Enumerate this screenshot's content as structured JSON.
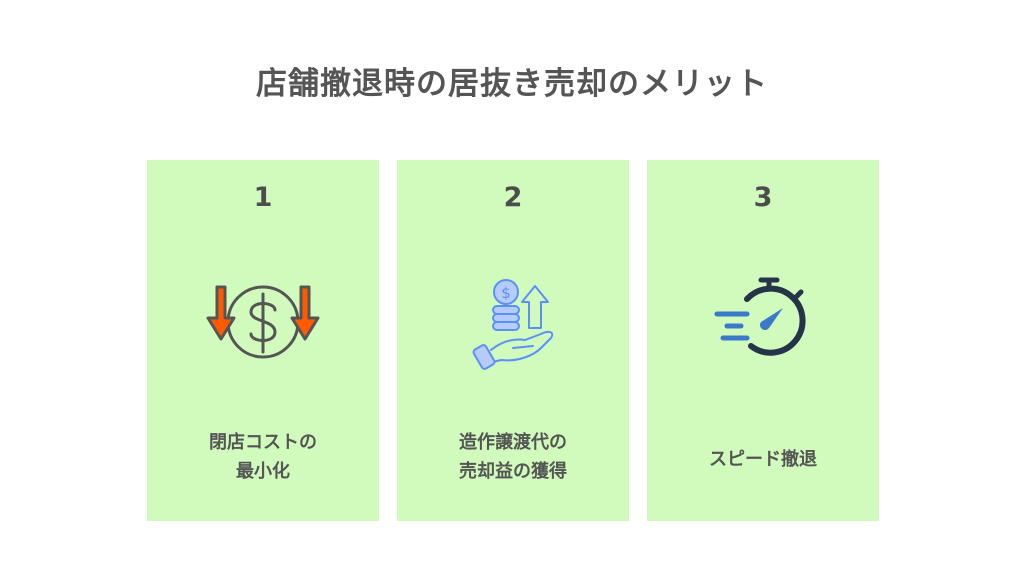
{
  "title": "店舗撤退時の居抜き売却のメリット",
  "colors": {
    "card_bg": "#d0fbbc",
    "text": "#555555",
    "arrow_orange": "#ff5a00",
    "icon_gray": "#555555",
    "icon_blue": "#5b8ff9",
    "icon_blue_fill": "#b6ccff",
    "stopwatch_dark": "#253449",
    "stopwatch_blue": "#3a78c9"
  },
  "cards": [
    {
      "number": "1",
      "icon": "dollar-cost-down-icon",
      "label_lines": [
        "閉店コストの",
        "最小化"
      ]
    },
    {
      "number": "2",
      "icon": "hand-coins-growth-icon",
      "label_lines": [
        "造作譲渡代の",
        "売却益の獲得"
      ]
    },
    {
      "number": "3",
      "icon": "fast-stopwatch-icon",
      "label_lines": [
        "スピード撤退"
      ]
    }
  ]
}
